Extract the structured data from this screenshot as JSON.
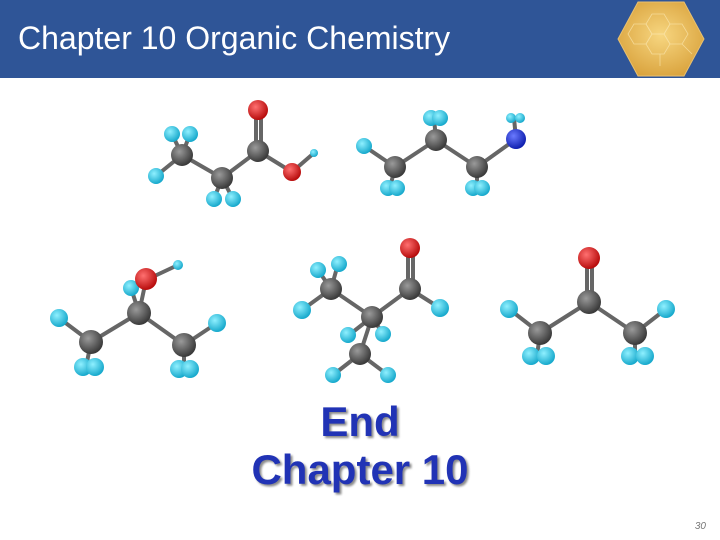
{
  "header": {
    "title": "Chapter 10 Organic Chemistry",
    "background": "#2f5597",
    "badge_icon": "honeycomb-molecule-icon"
  },
  "molecules": [
    {
      "name": "propanoic-acid-model",
      "atoms": "C3 H6 O2"
    },
    {
      "name": "propylamine-model",
      "atoms": "C3 H9 N"
    },
    {
      "name": "isopropanol-model",
      "atoms": "C3 H8 O"
    },
    {
      "name": "butanal-model",
      "atoms": "C4 H8 O"
    },
    {
      "name": "acetone-model",
      "atoms": "C3 H6 O"
    }
  ],
  "atom_colors": {
    "carbon": "#555555",
    "hydrogen": "#33c9e6",
    "oxygen": "#e01818",
    "nitrogen": "#2030d8"
  },
  "main": {
    "line1": "End",
    "line2": "Chapter 10",
    "color": "#2133b5"
  },
  "footer": {
    "page_number": "30"
  }
}
